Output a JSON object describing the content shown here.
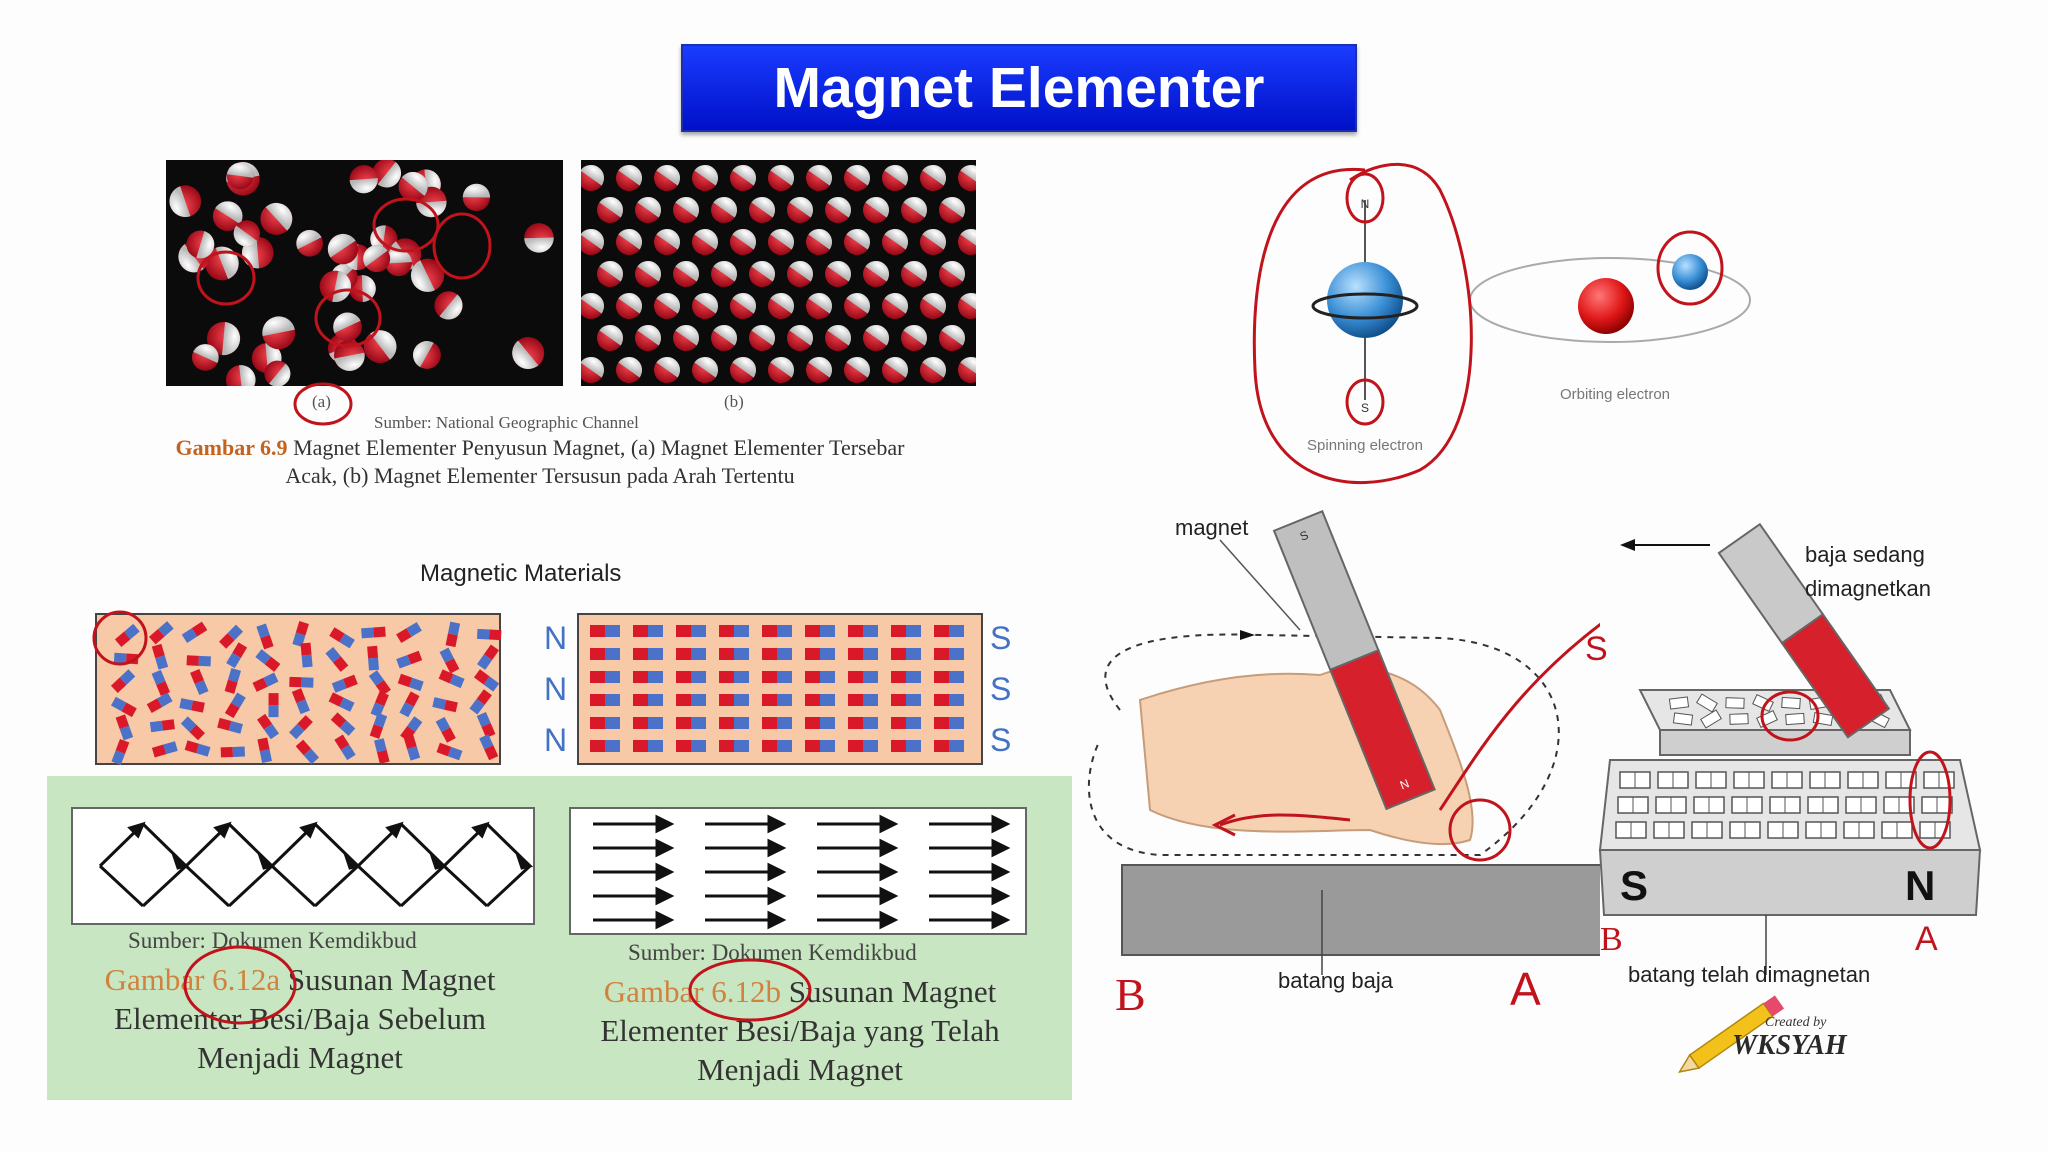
{
  "title": "Magnet Elementer",
  "fig69": {
    "label_a": "(a)",
    "label_b": "(b)",
    "source": "Sumber: National Geographic Channel",
    "caption_label": "Gambar 6.9",
    "caption_line1": "Magnet Elementer Penyusun Magnet, (a) Magnet Elementer Tersebar",
    "caption_line2": "Acak, (b) Magnet Elementer Tersusun pada Arah Tertentu"
  },
  "electron": {
    "north": "N",
    "south": "S",
    "spinning": "Spinning electron",
    "orbiting": "Orbiting electron"
  },
  "materials": {
    "title": "Magnetic Materials",
    "n_labels": [
      "N",
      "N",
      "N"
    ],
    "s_labels": [
      "S",
      "S",
      "S"
    ]
  },
  "fig612a": {
    "source": "Sumber: Dokumen Kemdikbud",
    "label": "Gambar 6.12a",
    "line1": "Susunan Magnet",
    "line2": "Elementer Besi/Baja Sebelum",
    "line3": "Menjadi Magnet"
  },
  "fig612b": {
    "source": "Sumber: Dokumen Kemdikbud",
    "label": "Gambar 6.12b",
    "line1": "Susunan Magnet",
    "line2": "Elementer Besi/Baja yang Telah",
    "line3": "Menjadi Magnet"
  },
  "stroke": {
    "magnet_label": "magnet",
    "magnet_s": "S",
    "magnet_n": "N",
    "bar_label": "batang baja",
    "mark_b": "B",
    "mark_a": "A"
  },
  "magnetized": {
    "label_top_line1": "baja sedang",
    "label_top_line2": "dimagnetkan",
    "big_s": "S",
    "big_n": "N",
    "bar_label": "batang telah dimagnetan",
    "mark_b": "B",
    "mark_a": "A",
    "mark_s": "S"
  },
  "credit": {
    "line1": "Created by",
    "line2": "WKSYAH"
  },
  "colors": {
    "title_bg": "#0a1fe0",
    "red_pole": "#d9192a",
    "blue_pole": "#4b72c8",
    "annotation": "#c0131c",
    "green_panel": "#c9e6c2",
    "peach": "#f7c9a6"
  }
}
